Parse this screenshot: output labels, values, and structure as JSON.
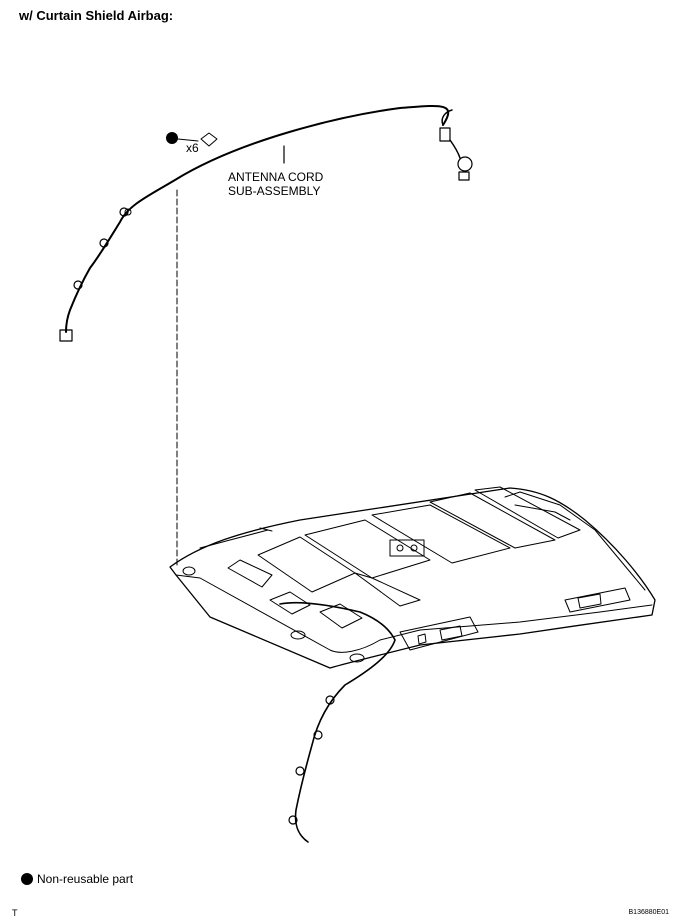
{
  "title": "w/ Curtain Shield Airbag:",
  "qty_label": "x6",
  "part_name": [
    "ANTENNA CORD",
    "SUB-ASSEMBLY"
  ],
  "legend": {
    "text": "Non-reusable part",
    "marker": "filled-circle"
  },
  "corner_left": "T",
  "figure_code": "B136880E01",
  "colors": {
    "line": "#000000",
    "background": "#ffffff"
  }
}
